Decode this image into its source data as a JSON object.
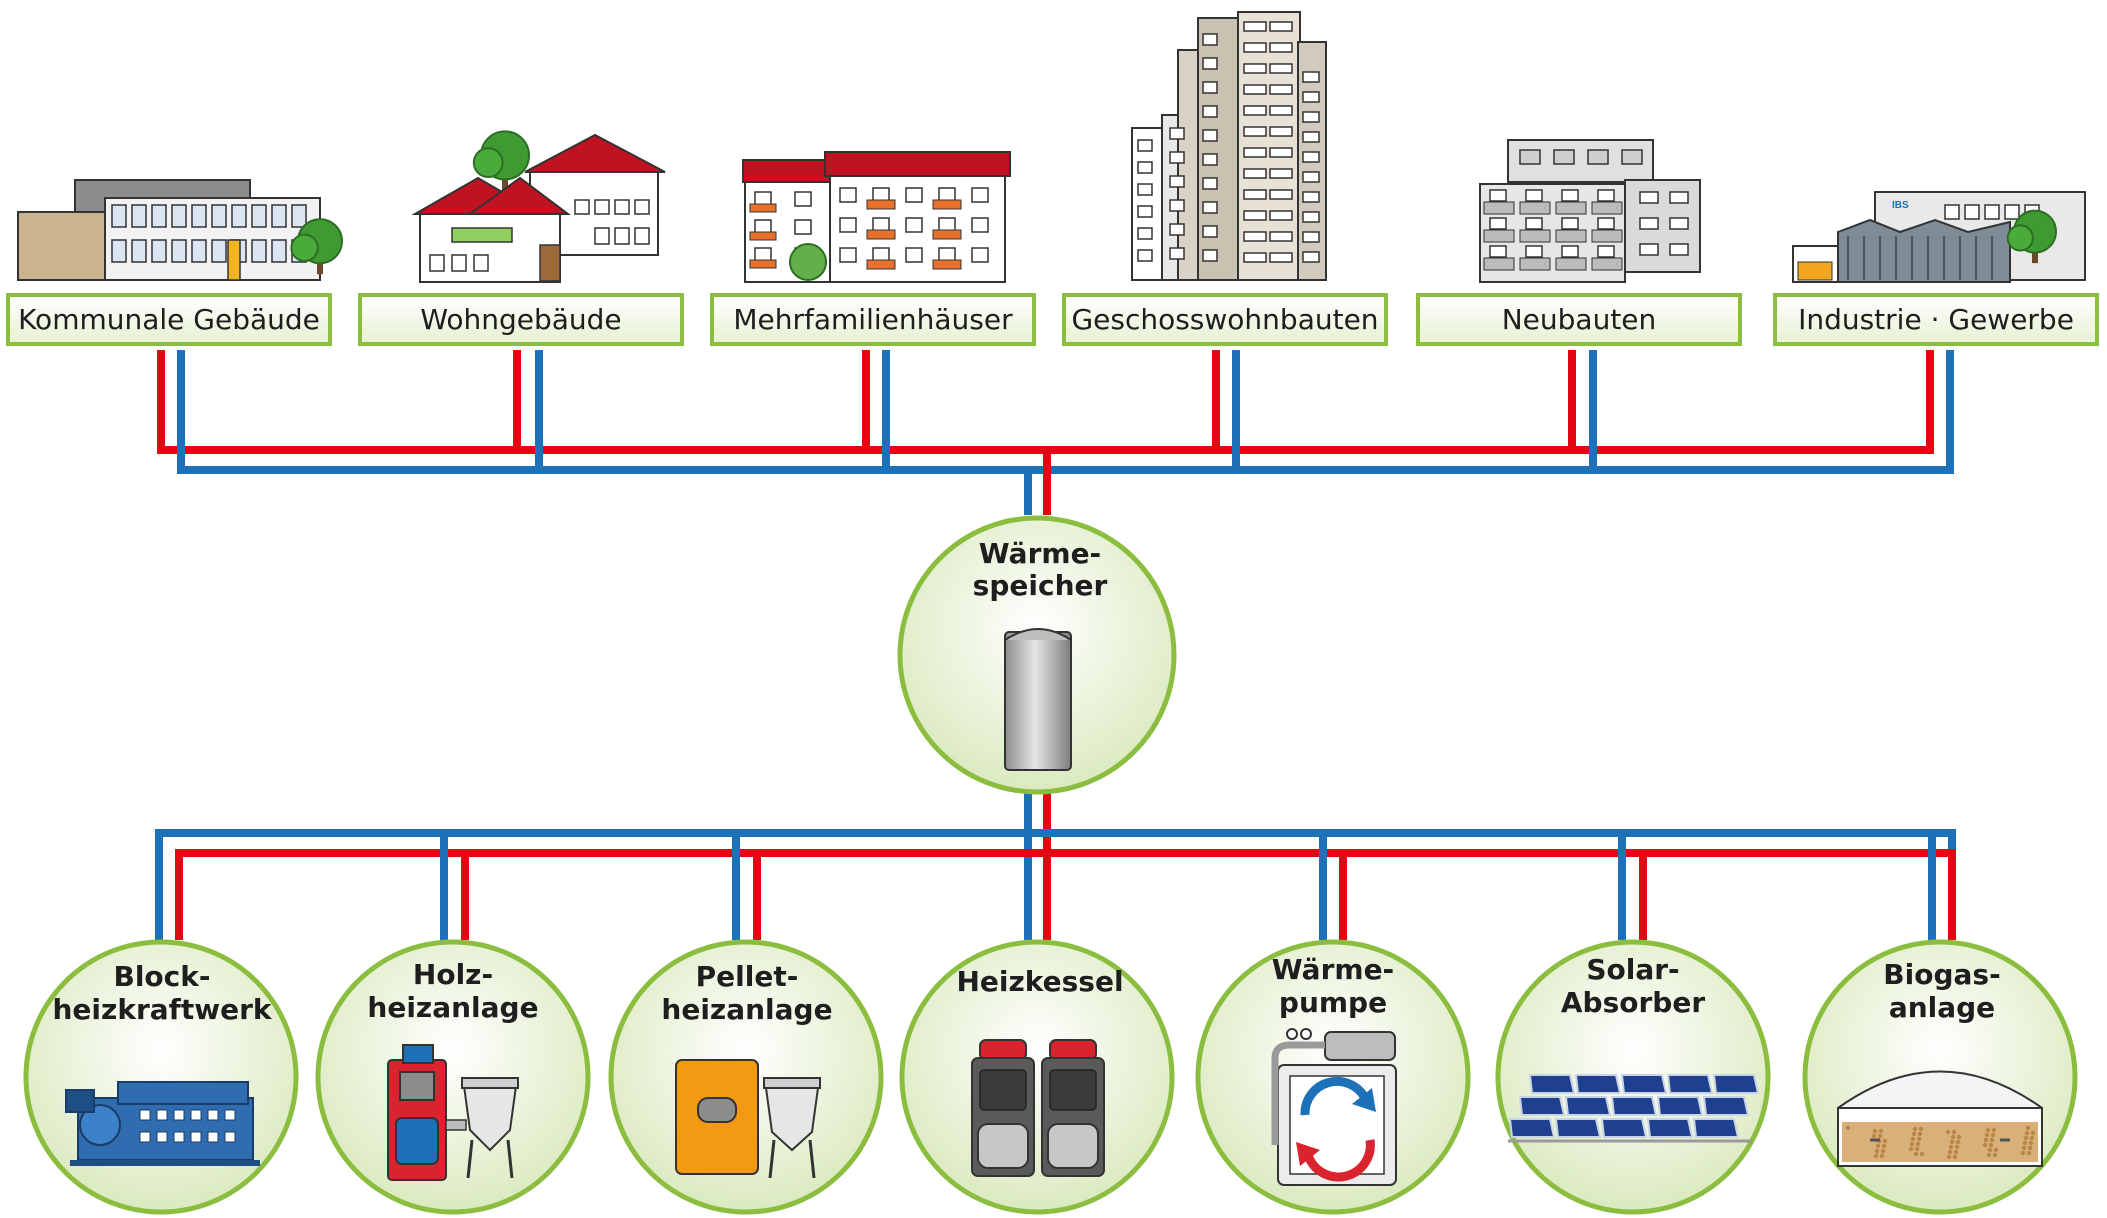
{
  "colors": {
    "supply_line": "#e30613",
    "return_line": "#1d71b8",
    "frame_green": "#8bbd3f",
    "label_fill": "#e7f1d3"
  },
  "consumers": [
    {
      "label": "Kommunale Gebäude",
      "icon": "municipal-building-icon"
    },
    {
      "label": "Wohngebäude",
      "icon": "residential-houses-icon"
    },
    {
      "label": "Mehrfamilienhäuser",
      "icon": "apartment-houses-icon"
    },
    {
      "label": "Geschosswohnbauten",
      "icon": "high-rise-icon"
    },
    {
      "label": "Neubauten",
      "icon": "new-buildings-icon"
    },
    {
      "label": "Industrie · Gewerbe",
      "icon": "industrial-building-icon"
    }
  ],
  "industry_sign": "IBS",
  "storage": {
    "line1": "Wärme-",
    "line2": "speicher",
    "icon": "storage-tank-icon"
  },
  "sources": [
    {
      "line1": "Block-",
      "line2": "heizkraftwerk",
      "icon": "chp-engine-icon"
    },
    {
      "line1": "Holz-",
      "line2": "heizanlage",
      "icon": "wood-boiler-icon"
    },
    {
      "line1": "Pellet-",
      "line2": "heizanlage",
      "icon": "pellet-boiler-icon"
    },
    {
      "line1": "Heizkessel",
      "line2": "",
      "icon": "boiler-icon"
    },
    {
      "line1": "Wärme-",
      "line2": "pumpe",
      "icon": "heat-pump-icon"
    },
    {
      "line1": "Solar-",
      "line2": "Absorber",
      "icon": "solar-panel-icon"
    },
    {
      "line1": "Biogas-",
      "line2": "anlage",
      "icon": "biogas-plant-icon"
    }
  ]
}
